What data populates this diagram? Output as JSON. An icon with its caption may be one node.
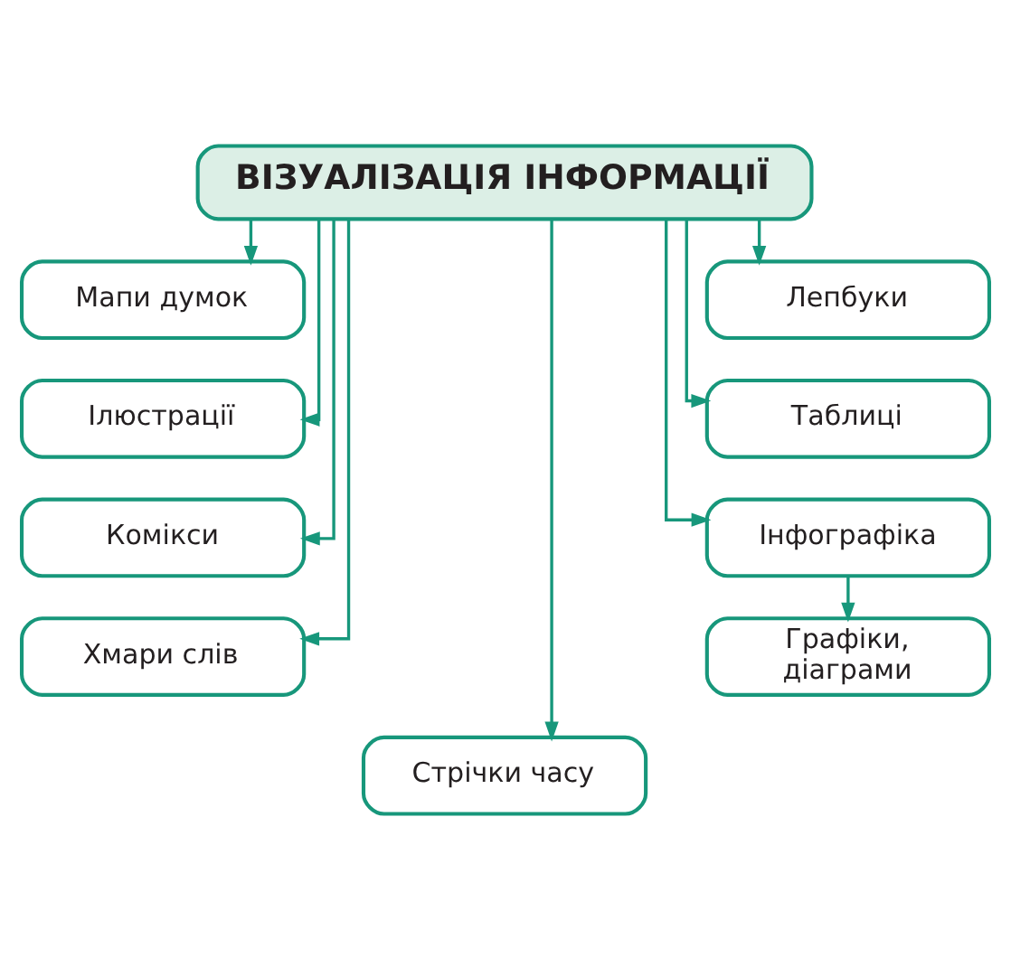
{
  "diagram": {
    "nodes": [
      {
        "text": [
          "ВІЗУАЛІЗАЦІЯ ІНФОРМАЦІЇ"
        ]
      },
      {
        "text": [
          "Мапи думок"
        ]
      },
      {
        "text": [
          "Лепбуки"
        ]
      },
      {
        "text": [
          "Ілюстрації"
        ]
      },
      {
        "text": [
          "Таблиці"
        ]
      },
      {
        "text": [
          "Комікси"
        ]
      },
      {
        "text": [
          "Інфографіка"
        ]
      },
      {
        "text": [
          "Хмари слів"
        ]
      },
      {
        "text": [
          "Графіки, діаграми"
        ]
      },
      {
        "text": [
          "Стрічки часу"
        ]
      }
    ],
    "edges": [
      {
        "from": 0,
        "to": 1,
        "arrow": "to"
      },
      {
        "from": 0,
        "to": 2,
        "arrow": "to"
      },
      {
        "from": 0,
        "to": 3,
        "arrow": "to"
      },
      {
        "from": 0,
        "to": 4,
        "arrow": "to"
      },
      {
        "from": 0,
        "to": 5,
        "arrow": "to"
      },
      {
        "from": 0,
        "to": 6,
        "arrow": "to"
      },
      {
        "from": 0,
        "to": 7,
        "arrow": "to"
      },
      {
        "from": 0,
        "to": 9,
        "arrow": "to"
      },
      {
        "from": 6,
        "to": 8,
        "arrow": "to"
      }
    ]
  }
}
